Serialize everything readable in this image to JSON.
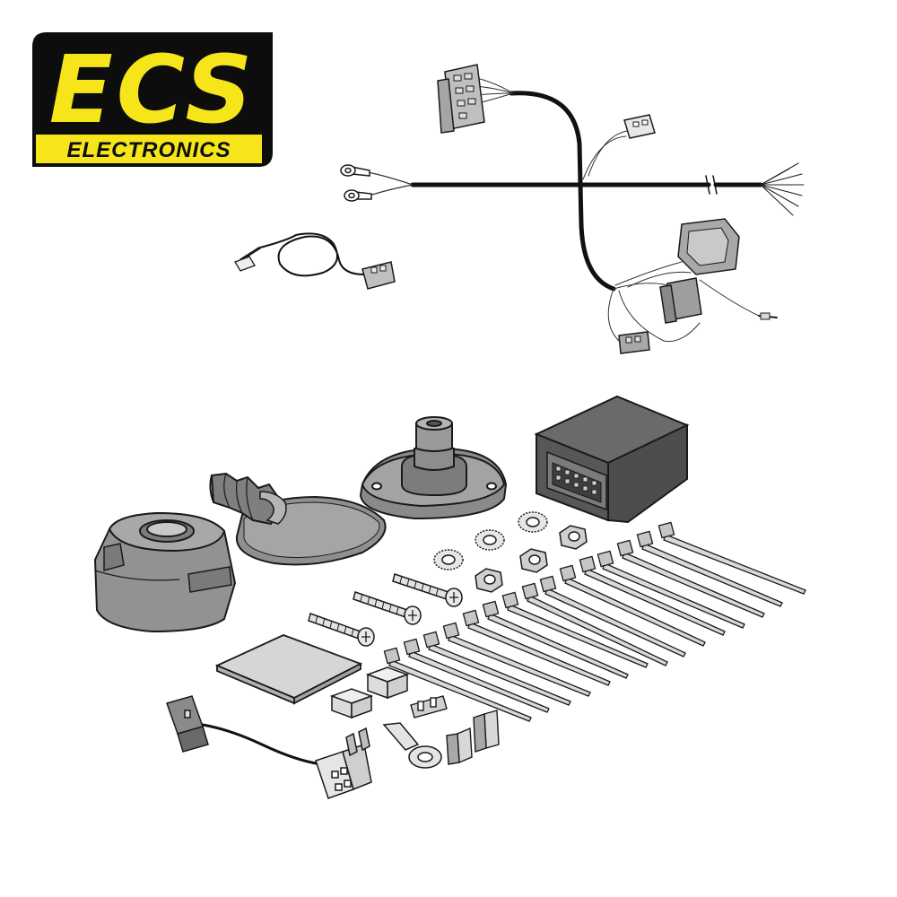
{
  "brand": {
    "name": "ECS",
    "tagline": "ELECTRONICS",
    "colors": {
      "yellow": "#f5e51a",
      "black": "#0d0d0d"
    }
  },
  "colors": {
    "part_fill": "#9a9a9a",
    "part_light": "#b7b7b7",
    "part_dark": "#6f6f6f",
    "module_fill": "#5e5e5e",
    "cable": "#111111",
    "outline": "#1a1a1a"
  },
  "parts": [
    "wiring-harness",
    "earth-ring-terminals",
    "extension-lead",
    "socket",
    "rubber-seal-grommet",
    "mounting-gasket",
    "socket-plate-grommet",
    "control-module",
    "screws",
    "nuts",
    "washers",
    "cable-ties",
    "adhesive-pad",
    "foam-blocks",
    "fuses",
    "fuse-tap-adapter",
    "ring-terminal",
    "connector-lead"
  ]
}
